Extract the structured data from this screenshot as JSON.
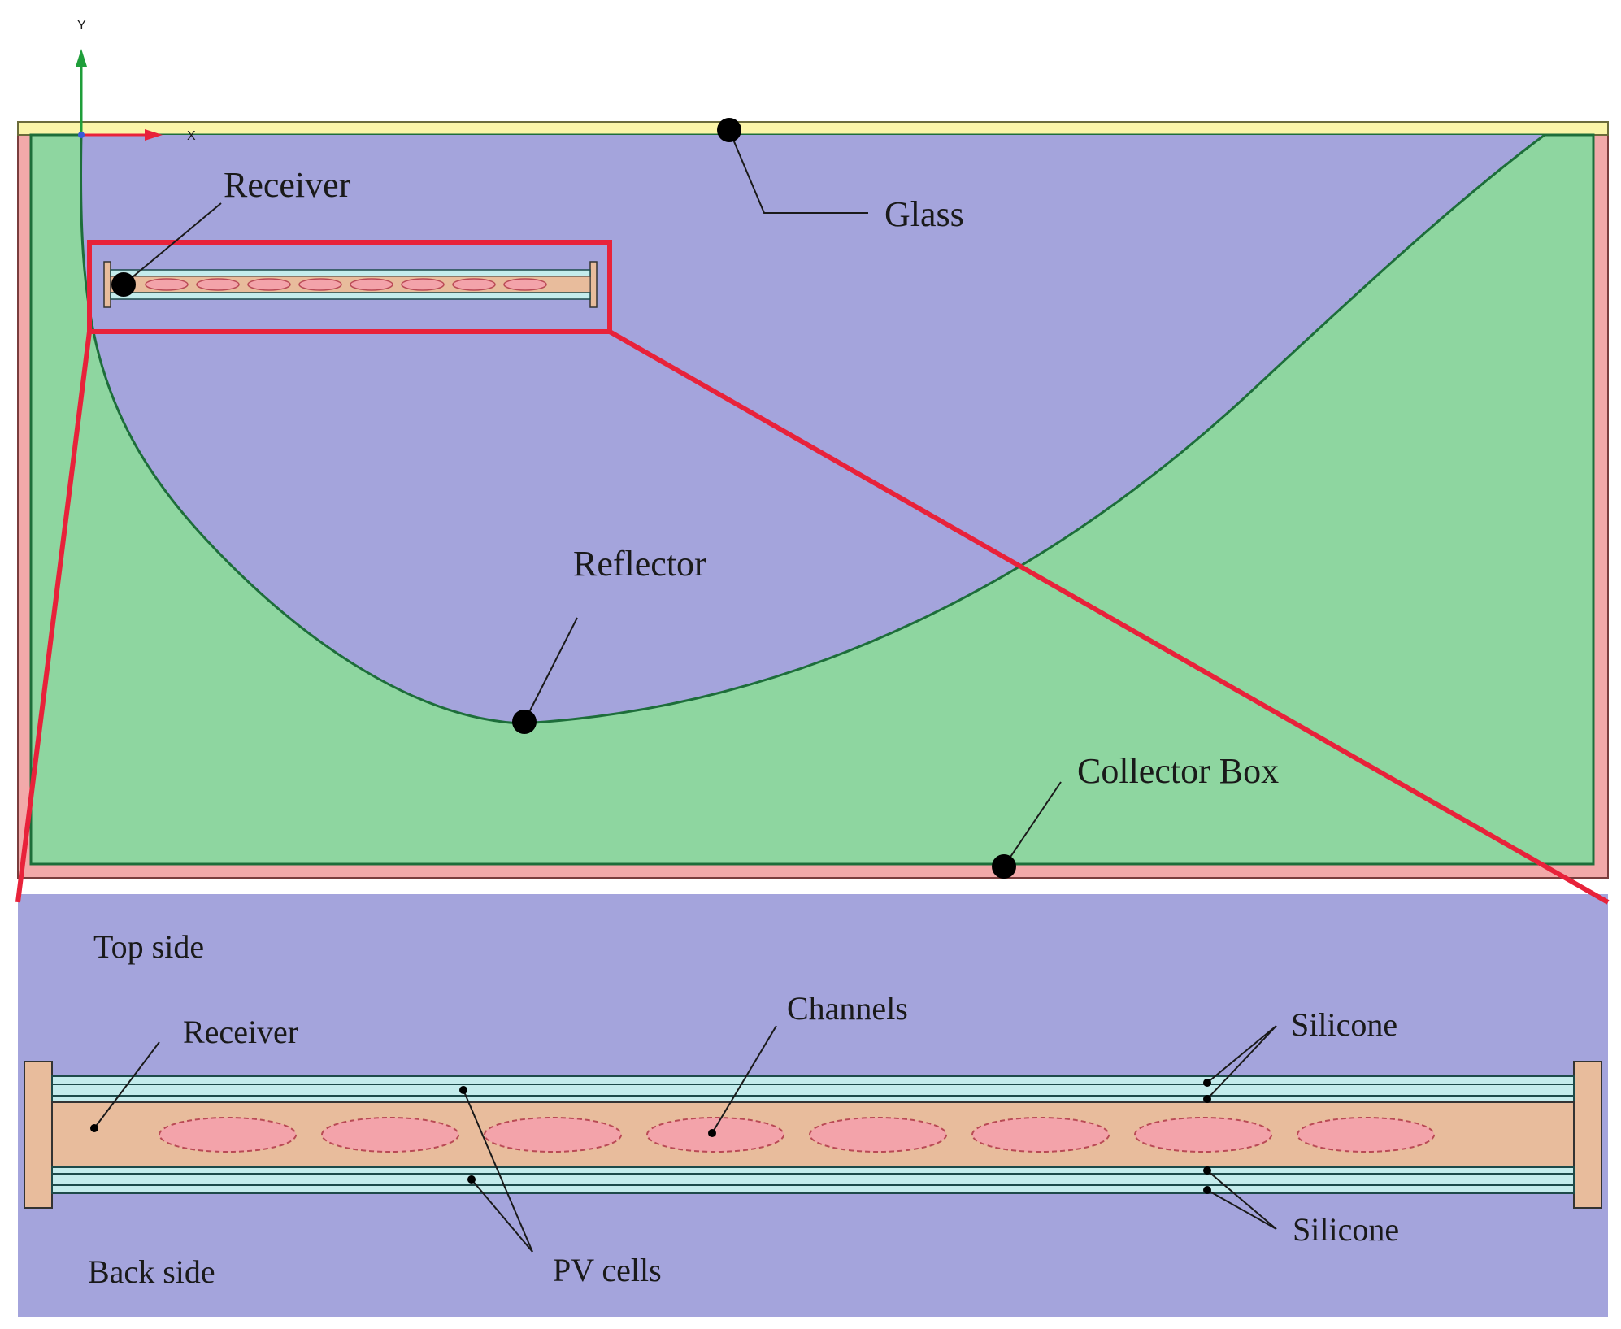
{
  "labels": {
    "glass": "Glass",
    "receiver_top": "Receiver",
    "reflector": "Reflector",
    "collector_box": "Collector Box",
    "top_side": "Top side",
    "back_side": "Back side",
    "receiver_detail": "Receiver",
    "channels": "Channels",
    "silicone_top": "Silicone",
    "silicone_bottom": "Silicone",
    "pv_cells": "PV cells"
  },
  "axes": {
    "x": "X",
    "y": "Y"
  },
  "colors": {
    "air": "#a4a4dc",
    "insulation": "#8ed6a0",
    "glass": "#fbf5a8",
    "box": "#f2a9a9",
    "receiver_body": "#e8bc9c",
    "channel": "#f3a3aa",
    "pv": "#c4ecec",
    "reflector_line": "#1d6e3a",
    "highlight": "#e8223a",
    "axis_x": "#e8223a",
    "axis_y": "#1f9e3a",
    "marker": "#000000"
  }
}
